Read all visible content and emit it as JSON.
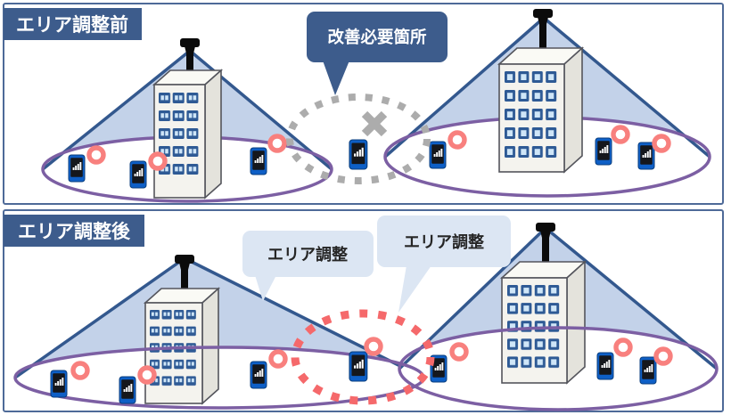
{
  "figure": {
    "type": "network-coverage-area-adjustment-diagram",
    "language": "ja"
  },
  "panels": {
    "before": {
      "title": "エリア調整前",
      "callout": {
        "label": "改善必要箇所"
      }
    },
    "after": {
      "title": "エリア調整後",
      "callouts": [
        {
          "label": "エリア調整"
        },
        {
          "label": "エリア調整"
        }
      ]
    }
  },
  "icons": {
    "antenna": "base-station-antenna-icon",
    "phone": "smartphone-signal-icon",
    "marker": "pink-ring-marker-icon",
    "cross": "dead-zone-cross-icon",
    "dotted_circle_before": "problem-area-dotted-circle",
    "dotted_circle_after": "adjusted-area-dotted-circle"
  },
  "colors": {
    "panel_border": "#4E6A98",
    "header_bg": "#3D5C8C",
    "header_text": "#FFFFFF",
    "cone_fill": "#C3D2E9",
    "cone_edge": "#33588E",
    "coverage_ellipse": "#7C5FA3",
    "building_face": "#F4F3EE",
    "building_side": "#E4E3DC",
    "building_top": "#FAFAF5",
    "building_outline": "#54555C",
    "window_frame": "#2E5A95",
    "window_pane": "#CFE6F8",
    "phone_body": "#0E5FC6",
    "phone_screen": "#15171C",
    "marker_pink": "#F8807E",
    "dotted_gray": "#ACACAC",
    "dotted_pink": "#F5696B",
    "bubble_dark_bg": "#3D5C8C",
    "bubble_light_bg": "#DCE6F3",
    "bubble_light_text": "#262626"
  }
}
